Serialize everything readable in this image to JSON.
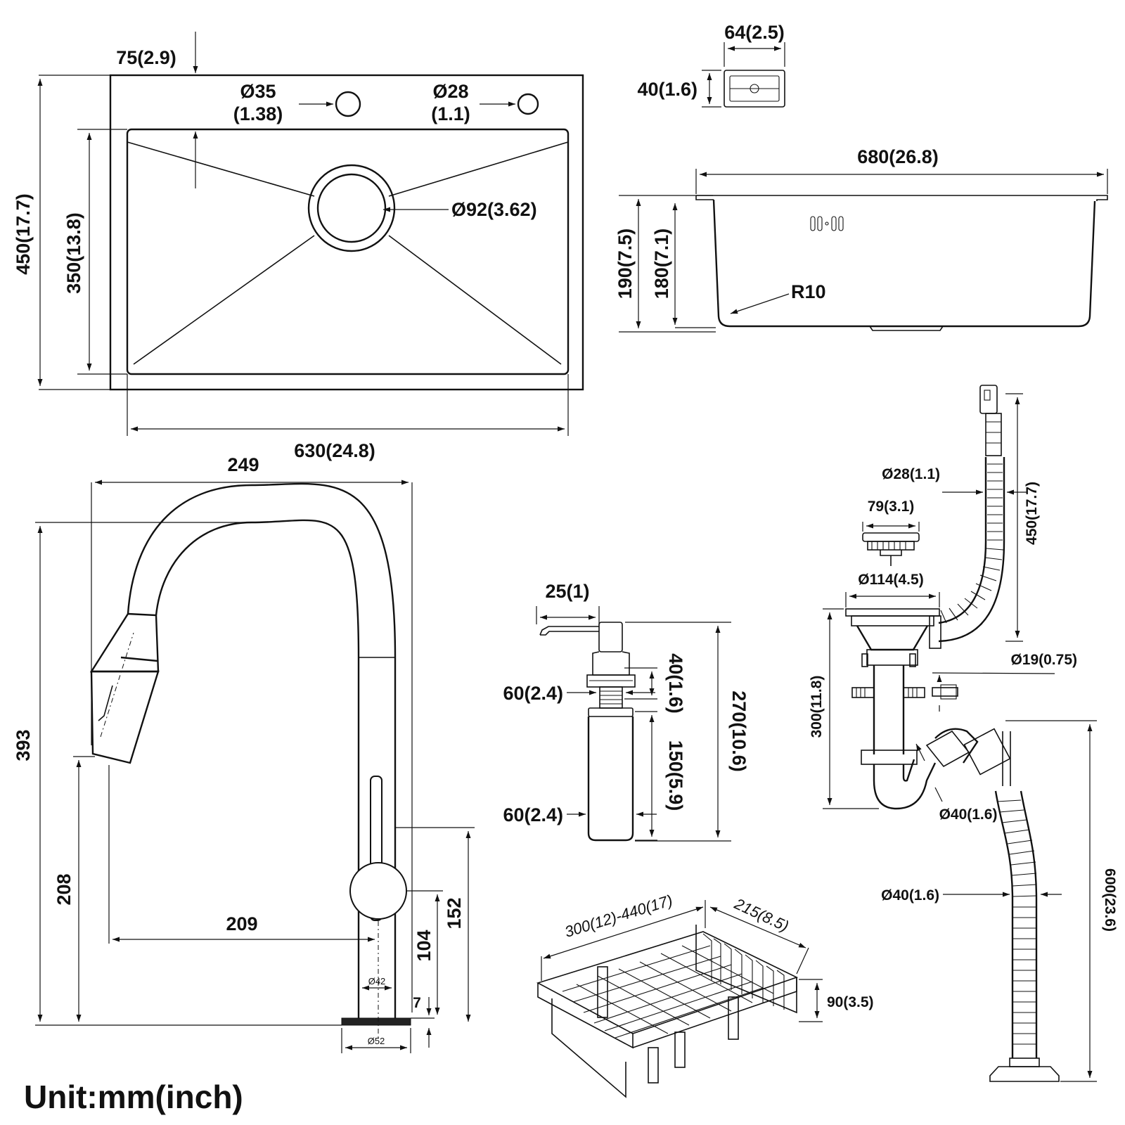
{
  "unit_label": "Unit:mm(inch)",
  "sink_top": {
    "ledge": "75(2.9)",
    "hole_left_1": "Ø35",
    "hole_left_2": "(1.38)",
    "hole_right_1": "Ø28",
    "hole_right_2": "(1.1)",
    "drain": "Ø92(3.62)",
    "outer_depth": "450(17.7)",
    "inner_depth": "350(13.8)",
    "inner_width": "630(24.8)"
  },
  "overflow": {
    "width": "64(2.5)",
    "height": "40(1.6)"
  },
  "sink_side": {
    "total_width": "680(26.8)",
    "total_height": "190(7.5)",
    "bowl_height": "180(7.1)",
    "corner_radius": "R10"
  },
  "faucet": {
    "width": "249",
    "height": "393",
    "spout_height": "208",
    "reach": "209",
    "handle_height": "152",
    "body_height": "104",
    "base_thickness": "7",
    "body_diameter": "Ø42",
    "base_diameter": "Ø52"
  },
  "soap_dispenser": {
    "nozzle": "25(1)",
    "shank_dia": "60(2.4)",
    "bottle_dia": "60(2.4)",
    "head_height": "40(1.6)",
    "bottle_height": "150(5.9)",
    "total_height": "270(10.6)"
  },
  "drain_kit": {
    "overflow_tube_dia": "Ø28(1.1)",
    "overflow_tube_len": "450(17.7)",
    "strainer_dia": "79(3.1)",
    "basket_flange": "Ø114(4.5)",
    "inlet_dia": "Ø19(0.75)",
    "trap_height": "300(11.8)",
    "trap_dia": "Ø40(1.6)",
    "hose_dia": "Ø40(1.6)",
    "hose_len": "600(23.6)"
  },
  "basket": {
    "length": "300(12)-440(17)",
    "width": "215(8.5)",
    "height": "90(3.5)"
  },
  "icons": [
    "arrow-head",
    "dimension-line",
    "dashed-centerline"
  ]
}
